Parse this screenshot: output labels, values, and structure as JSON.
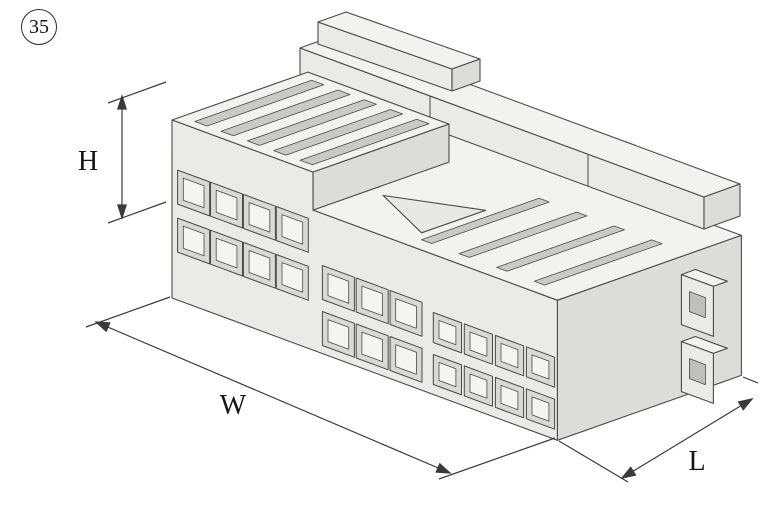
{
  "figure": {
    "number": "35"
  },
  "dimension_labels": {
    "height": "H",
    "width": "W",
    "length": "L"
  },
  "drawing": {
    "description": "Isometric technical line drawing of a rectangular multi-cavity electrical connector housing with stepped terminal blocks, grooved top faces, a long top locking rail and side latch hooks",
    "colors": {
      "outline": "#4a4a4a",
      "dim_line": "#3a3a3a",
      "body_top": "#f2f2ef",
      "body_front": "#eaeae7",
      "body_side": "#dcdcd8",
      "cavity_recess": "#d8d8d4",
      "cavity_hole": "#f4f4f2",
      "groove": "#c9c9c5",
      "latch_slot": "#bfbfbb",
      "lock_arm": "#e8e8e4",
      "background": "#ffffff"
    },
    "cavity_groups": [
      {
        "name": "left-block",
        "rows": 2,
        "cols": 4
      },
      {
        "name": "middle-block",
        "rows": 2,
        "cols": 3
      },
      {
        "name": "right-block",
        "rows": 2,
        "cols": 4
      }
    ]
  }
}
